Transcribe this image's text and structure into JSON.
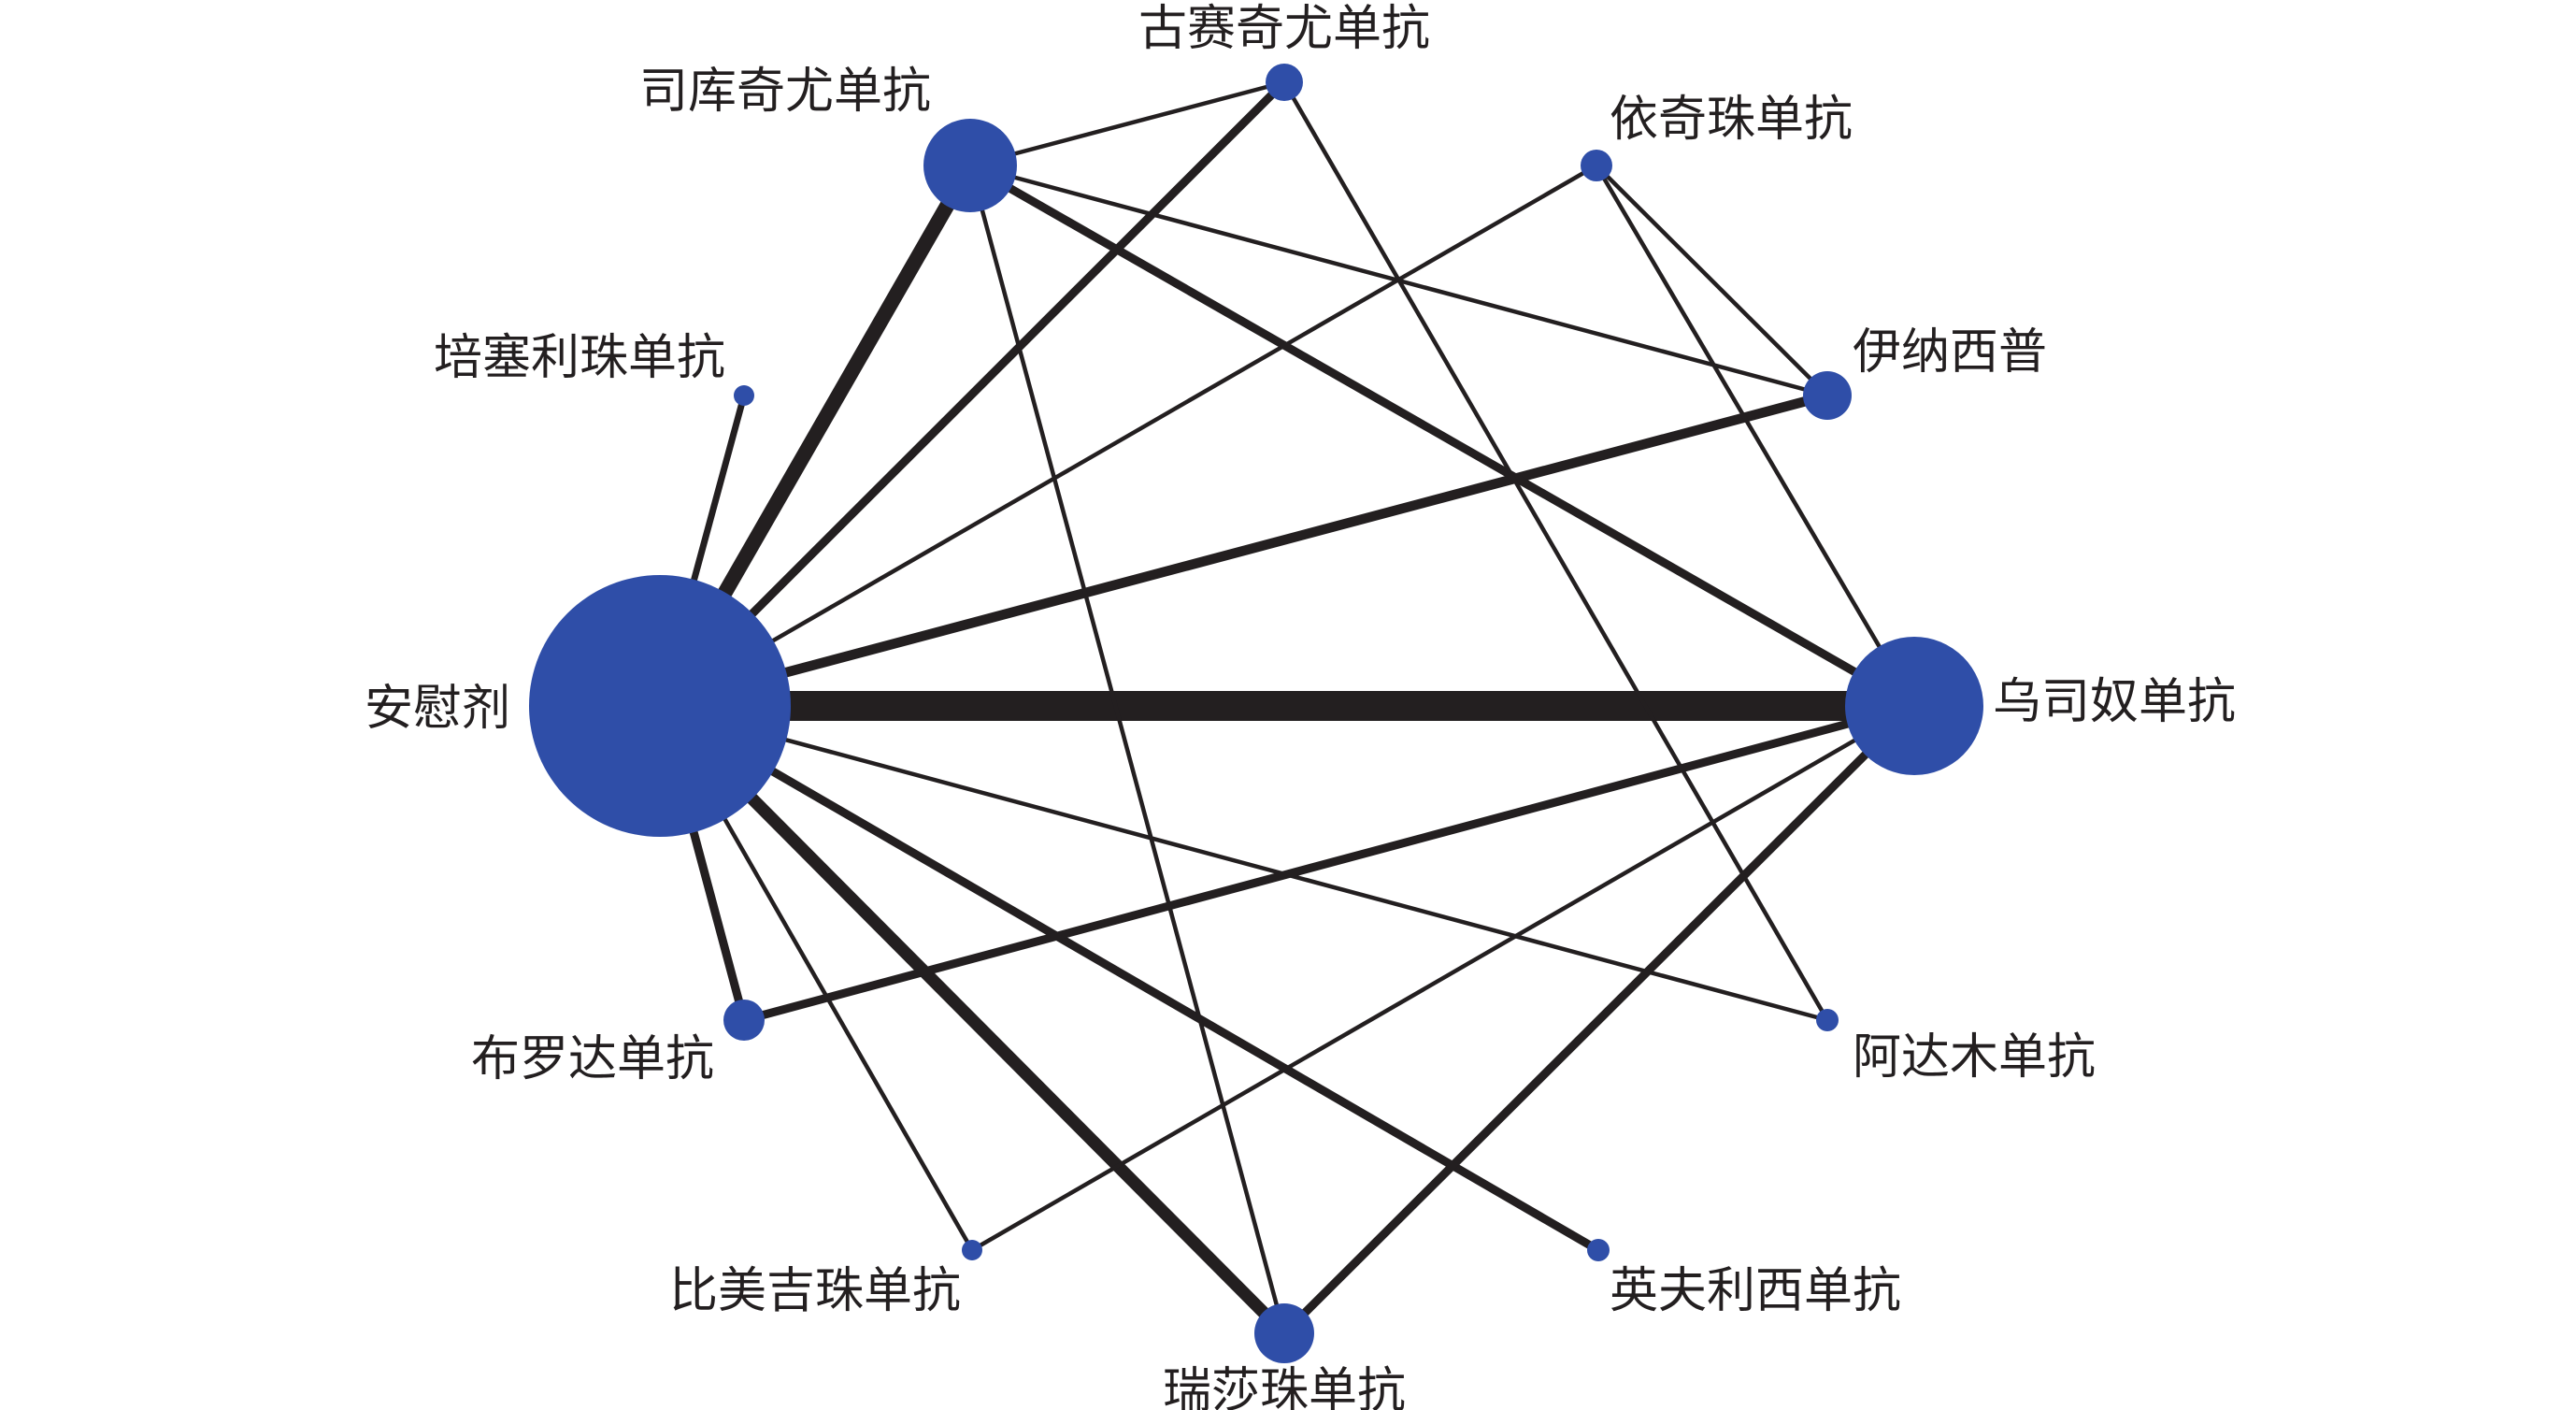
{
  "colors": {
    "node": "#2f4ea8",
    "edge": "#231f20",
    "background": "#ffffff"
  },
  "nodes": [
    {
      "id": "placebo",
      "label": "安慰剂",
      "size": 10
    },
    {
      "id": "secukinumab",
      "label": "司库奇尤单抗",
      "size": 4
    },
    {
      "id": "guselkumab",
      "label": "古赛奇尤单抗",
      "size": 1.6
    },
    {
      "id": "ixekizumab",
      "label": "依奇珠单抗",
      "size": 1.4
    },
    {
      "id": "etanercept",
      "label": "伊纳西普",
      "size": 2.2
    },
    {
      "id": "ustekinumab",
      "label": "乌司奴单抗",
      "size": 5.2
    },
    {
      "id": "adalimumab",
      "label": "阿达木单抗",
      "size": 1.2
    },
    {
      "id": "infliximab",
      "label": "英夫利西单抗",
      "size": 1.2
    },
    {
      "id": "risankizumab",
      "label": "瑞莎珠单抗",
      "size": 2.4
    },
    {
      "id": "bimekizumab",
      "label": "比美吉珠单抗",
      "size": 1.1
    },
    {
      "id": "brodalumab",
      "label": "布罗达单抗",
      "size": 2.0
    },
    {
      "id": "certolizumab",
      "label": "培塞利珠单抗",
      "size": 1.1
    }
  ],
  "edges": [
    {
      "source": "placebo",
      "target": "ustekinumab",
      "weight": 10
    },
    {
      "source": "placebo",
      "target": "secukinumab",
      "weight": 5
    },
    {
      "source": "placebo",
      "target": "risankizumab",
      "weight": 4.2
    },
    {
      "source": "placebo",
      "target": "etanercept",
      "weight": 3.3
    },
    {
      "source": "placebo",
      "target": "infliximab",
      "weight": 2.8
    },
    {
      "source": "placebo",
      "target": "guselkumab",
      "weight": 2.8
    },
    {
      "source": "placebo",
      "target": "brodalumab",
      "weight": 2.8
    },
    {
      "source": "placebo",
      "target": "certolizumab",
      "weight": 2.2
    },
    {
      "source": "placebo",
      "target": "ixekizumab",
      "weight": 1.4
    },
    {
      "source": "placebo",
      "target": "adalimumab",
      "weight": 1.4
    },
    {
      "source": "placebo",
      "target": "bimekizumab",
      "weight": 1.4
    },
    {
      "source": "secukinumab",
      "target": "guselkumab",
      "weight": 1.4
    },
    {
      "source": "secukinumab",
      "target": "etanercept",
      "weight": 1.4
    },
    {
      "source": "secukinumab",
      "target": "ustekinumab",
      "weight": 2.8
    },
    {
      "source": "secukinumab",
      "target": "risankizumab",
      "weight": 1.4
    },
    {
      "source": "guselkumab",
      "target": "adalimumab",
      "weight": 1.4
    },
    {
      "source": "ixekizumab",
      "target": "etanercept",
      "weight": 1.4
    },
    {
      "source": "ixekizumab",
      "target": "ustekinumab",
      "weight": 1.4
    },
    {
      "source": "ustekinumab",
      "target": "brodalumab",
      "weight": 2.8
    },
    {
      "source": "ustekinumab",
      "target": "risankizumab",
      "weight": 2.8
    },
    {
      "source": "ustekinumab",
      "target": "bimekizumab",
      "weight": 1.4
    }
  ]
}
